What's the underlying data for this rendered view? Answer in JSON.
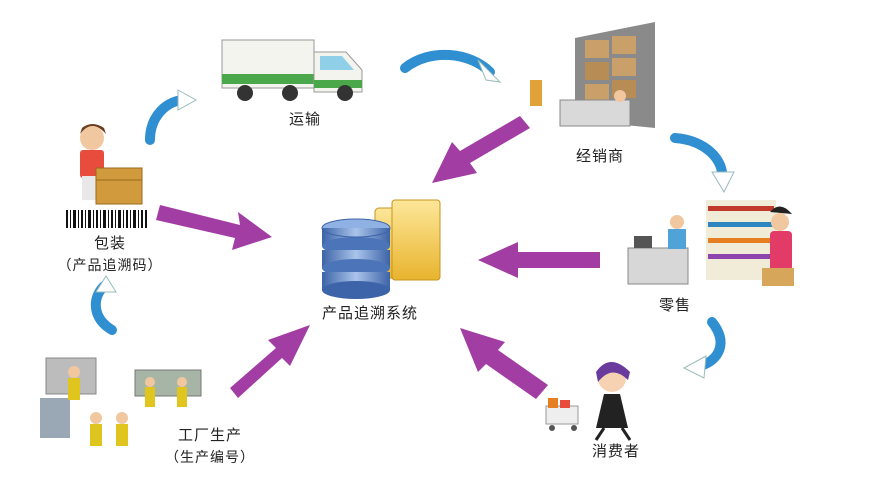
{
  "center": {
    "label": "产品追溯系统"
  },
  "nodes": {
    "transport": {
      "label": "运输"
    },
    "distributor": {
      "label": "经销商"
    },
    "retail": {
      "label": "零售"
    },
    "consumer": {
      "label": "消费者"
    },
    "factory": {
      "label": "工厂生产",
      "sublabel": "（生产编号）"
    },
    "packaging": {
      "label": "包装",
      "sublabel": "（产品追溯码）"
    }
  },
  "colors": {
    "arrow_purple": "#a23da4",
    "cycle_blue": "#2f8fd0",
    "database_blue": "#5f86c4",
    "folder_yellow": "#f2c84b"
  }
}
